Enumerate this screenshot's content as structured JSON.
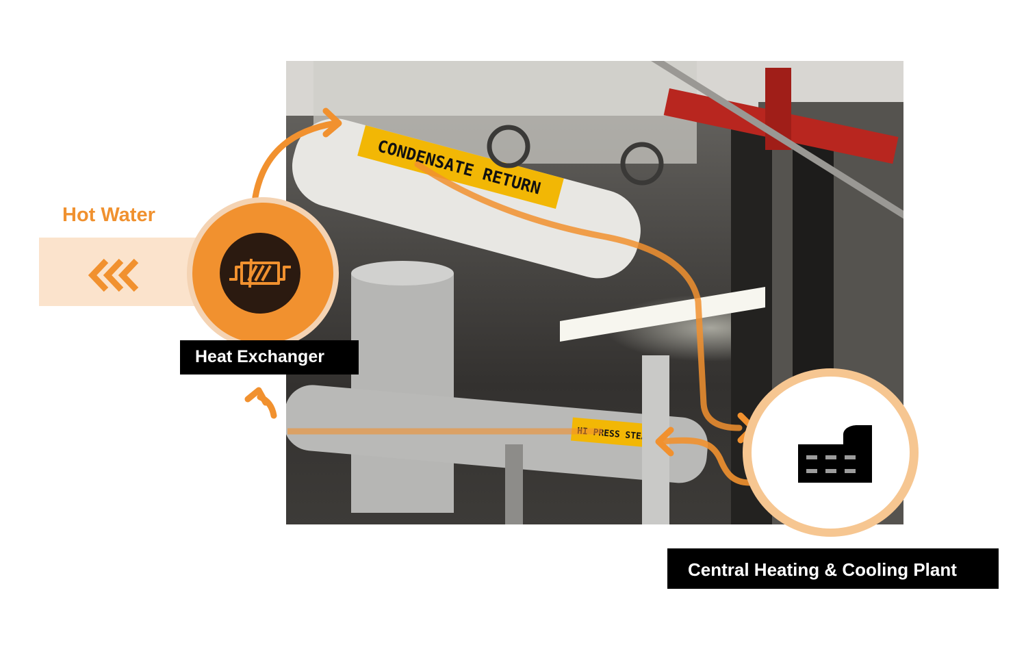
{
  "labels": {
    "hot_water": "Hot Water",
    "heat_exchanger": "Heat Exchanger",
    "plant": "Central Heating & Cooling Plant"
  },
  "photo_text": {
    "condensate": "CONDENSATE RETURN",
    "steam": "HI PRESS STEAM"
  },
  "icons": {
    "heat_exchanger": "heat-exchanger-icon",
    "plant": "factory-icon",
    "hot_water_direction": "triple-chevron-left-icon"
  },
  "colors": {
    "accent": "#f1912f",
    "accent_light": "#fbe3cc",
    "label_bg": "#000000",
    "label_text": "#ffffff"
  }
}
